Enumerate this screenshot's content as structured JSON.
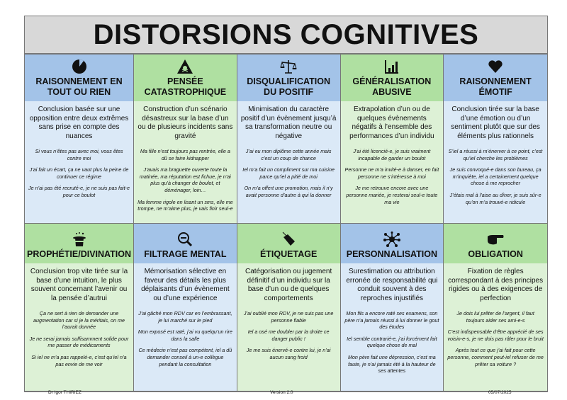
{
  "title": "DISTORSIONS COGNITIVES",
  "cards": [
    {
      "icon": "pie-chart-icon",
      "color": "blue",
      "title": "RAISONNEMENT EN TOUT OU RIEN",
      "definition": "Conclusion basée sur une opposition entre deux extrêmes sans prise en compte des nuances",
      "examples": [
        "Si vous n’êtes pas avec moi, vous êtes contre moi",
        "J’ai fait un écart, ça ne vaut plus la peine de continuer ce régime",
        "Je n’ai pas été recruté-e, je ne suis pas fait-e pour ce boulot"
      ]
    },
    {
      "icon": "skull-warning-icon",
      "color": "green",
      "title": "PENSÉE CATASTROPHIQUE",
      "definition": "Construction d’un scénario désastreux sur la base d’un ou de plusieurs incidents sans gravité",
      "examples": [
        "Ma fille n’est toujours pas rentrée, elle a dû se faire kidnapper",
        "J’avais ma braguette ouverte toute la matinée, ma réputation est fichue, je n’ai plus qu’à changer de boulot, et déménager, loin…",
        "Ma femme rigole en lisant un sms, elle me trompe, ne m’aime plus, je vais finir seul-e"
      ]
    },
    {
      "icon": "scales-icon",
      "color": "blue",
      "title": "DISQUALIFICATION DU POSITIF",
      "definition": "Minimisation du caractère positif d’un évènement jusqu’à sa transformation neutre ou négative",
      "examples": [
        "J’ai eu mon diplôme cette année mais c’est un coup de chance",
        "Iel m’a fait un compliment sur ma cuisine parce qu’iel a pitié de moi",
        "On m’a offert une promotion, mais il n’y avait personne d’autre à qui la donner"
      ]
    },
    {
      "icon": "bar-chart-icon",
      "color": "green",
      "title": "GÉNÉRALISATION ABUSIVE",
      "definition": "Extrapolation d’un ou de quelques évènements négatifs à l’ensemble des performances d’un individu",
      "examples": [
        "J’ai été licencié-e, je suis vraiment incapable de garder un boulot",
        "Personne ne m’a invité-e à danser, en fait personne ne s’intéresse à moi",
        "Je me retrouve encore avec une personne mariée, je resterai seul-e toute ma vie"
      ]
    },
    {
      "icon": "heart-icon",
      "color": "blue",
      "title": "RAISONNEMENT ÉMOTIF",
      "definition": "Conclusion tirée sur la base d’une émotion ou d’un sentiment plutôt que sur des éléments plus rationnels",
      "examples": [
        "S’iel a réussi à m’énerver à ce point, c’est qu’iel cherche les problèmes",
        "Je suis convoqué-e dans son bureau, ça m’inquiète, iel a certainement quelque chose à me reprocher",
        "J’étais mal à l’aise au dîner, je suis sûr-e qu’on m’a trouvé-e ridicule"
      ]
    },
    {
      "icon": "magic-hat-icon",
      "color": "green",
      "title": "PROPHÉTIE/DIVINATION",
      "definition": "Conclusion trop vite tirée sur la base d’une intuition, le plus souvent concernant l’avenir ou la pensée d’autrui",
      "examples": [
        "Ça ne sert à rien de demander une augmentation car si je la méritais, on me l’aurait donnée",
        "Je ne serai jamais suffisamment solide pour me passer de médicaments",
        "Si iel ne m’a pas rappelé-e, c’est qu’iel n’a pas envie de me voir"
      ]
    },
    {
      "icon": "zoom-out-icon",
      "color": "blue",
      "title": "FILTRAGE MENTAL",
      "definition": "Mémorisation sélective en faveur des détails les plus déplaisants d’un évènement ou d’une expérience",
      "examples": [
        "J’ai gâché mon RDV car en l’embrassant, je lui marché sur le pied",
        "Mon exposé est raté, j’ai vu quelqu’un rire dans la salle",
        "Ce médecin n’est pas compétent, iel a dû demander conseil à un-e collègue pendant la consultation"
      ]
    },
    {
      "icon": "tag-icon",
      "color": "green",
      "title": "ÉTIQUETAGE",
      "definition": "Catégorisation ou jugement définitif d’un individu sur la base d’un ou de quelques comportements",
      "examples": [
        "J’ai oublié mon RDV, je ne suis pas une personne fiable",
        "Iel a osé me doubler par la droite ce danger public !",
        "Je me suis énervé-e contre lui, je n’ai aucun sang froid"
      ]
    },
    {
      "icon": "network-icon",
      "color": "blue",
      "title": "PERSONNALISATION",
      "definition": "Surestimation ou attribution erronée de responsabilité qui conduit souvent à des reproches injustifiés",
      "examples": [
        "Mon fils a encore raté ses examens, son père n’a jamais réussi à lui donner le gout des études",
        "Iel semble contrarié-e, j’ai forcément fait quelque chose de mal",
        "Mon père fait une dépression, c’est ma faute, je n’ai jamais été à la hauteur de ses attentes"
      ]
    },
    {
      "icon": "pointing-hand-icon",
      "color": "green",
      "title": "OBLIGATION",
      "definition": "Fixation de règles correspondant à des principes rigides ou à des exigences de perfection",
      "examples": [
        "Je dois lui prêter de l’argent, il faut toujours aider ses ami-e-s",
        "C’est indispensable d’être apprécié de ses voisin-e-s, je ne dois pas râler pour le bruit",
        "Après tout ce que j’ai fait pour cette personne, comment peut-iel refuser de me prêter sa voiture ?"
      ]
    }
  ],
  "footer": {
    "author": "Dr Igor THIRIEZ",
    "version": "Version 2.0",
    "date": "05/07/2025"
  }
}
